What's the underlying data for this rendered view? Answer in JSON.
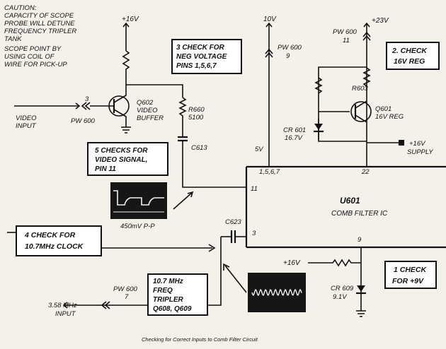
{
  "colors": {
    "ink": "#111111",
    "paper": "#f3f1ea",
    "box": "#ffffff",
    "scope_bg": "#161616",
    "trace": "#f2f2f2"
  },
  "caution": [
    "CAUTION:",
    "CAPACITY OF SCOPE",
    "PROBE WILL DETUNE",
    "FREQUENCY TRIPLER",
    "TANK",
    "SCOPE POINT BY",
    "USING COIL OF",
    "WIRE FOR PICK-UP"
  ],
  "checks": {
    "c1": [
      "1 CHECK",
      "FOR +9V"
    ],
    "c2": [
      "2. CHECK",
      "16V REG"
    ],
    "c3": [
      "3 CHECK FOR",
      "NEG VOLTAGE",
      "PINS 1,5,6,7"
    ],
    "c4": [
      "4 CHECK FOR",
      "10.7MHz CLOCK"
    ],
    "c5": [
      "5 CHECKS FOR",
      "VIDEO SIGNAL,",
      "PIN 11"
    ]
  },
  "tripler": [
    "10.7 MHz",
    "FREQ",
    "TRIPLER",
    "Q608, Q609"
  ],
  "ic": {
    "name": "U601",
    "desc": "COMB FILTER IC",
    "pins_top_left": "1,5,6,7",
    "pin_top_right": "22",
    "pin_11": "11",
    "pin_3": "3",
    "pin_9": "9"
  },
  "labels": {
    "plus16_top": "+16V",
    "ten_v": "10V",
    "pw600_9": [
      "PW 600",
      "9"
    ],
    "five_v": "5V",
    "plus23": "+23V",
    "pw600_11": [
      "PW 600",
      "11"
    ],
    "r603": "R603",
    "q601": [
      "Q601",
      "16V REG"
    ],
    "cr601": [
      "CR 601",
      "16.7V"
    ],
    "supply": [
      "+16V",
      "SUPPLY"
    ],
    "video_input": [
      "VIDEO",
      "INPUT"
    ],
    "pw600_3": [
      "3",
      "PW 600"
    ],
    "q602": [
      "Q602",
      "VIDEO",
      "BUFFER"
    ],
    "r660": [
      "R660",
      "5100"
    ],
    "c613": "C613",
    "scope_caption": "450mV P-P",
    "c623": "C623",
    "plus16_cr": "+16V",
    "cr609": [
      "CR 609",
      "9.1V"
    ],
    "pw600_7": [
      "PW 600",
      "7"
    ],
    "mhz_input": [
      "3.58 MHz",
      "INPUT"
    ]
  },
  "caption": "Checking for Correct Inputs to Comb Filter Circuit"
}
